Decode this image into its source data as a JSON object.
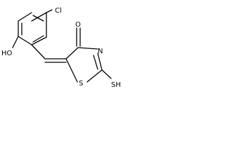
{
  "molecule": {
    "atom_labels": {
      "cl": "Cl",
      "ho": "HO",
      "o": "O",
      "n": "N",
      "s": "S",
      "sh": "SH"
    }
  },
  "colors": {
    "bond": "#000000",
    "text": "#000000",
    "background": "#ffffff"
  }
}
